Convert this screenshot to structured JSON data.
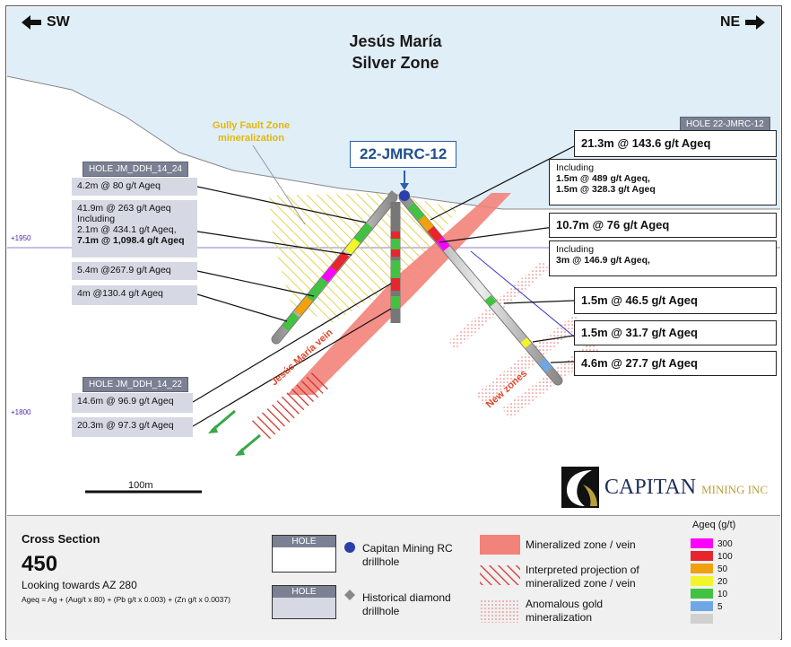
{
  "header": {
    "left_dir": "SW",
    "right_dir": "NE",
    "title_line1": "Jesús María",
    "title_line2": "Silver Zone"
  },
  "elevations": {
    "upper": "+1950",
    "lower": "+1800"
  },
  "labels": {
    "gully": "Gully Fault Zone mineralization",
    "drillhole_callout": "22-JMRC-12",
    "vein": "Jesús María vein",
    "new_zones": "New zones",
    "scale": "100m"
  },
  "hole_left_top": {
    "header": "HOLE JM_DDH_14_24",
    "boxes": [
      {
        "lines": [
          "4.2m @ 80 g/t Ageq"
        ]
      },
      {
        "lines": [
          "41.9m @ 263 g/t Ageq",
          "Including",
          "2.1m @ 434.1 g/t Ageq,"
        ],
        "bold_line": "7.1m @ 1,098.4 g/t Ageq"
      },
      {
        "lines": [
          "5.4m @267.9 g/t Ageq"
        ]
      },
      {
        "lines": [
          "4m @130.4 g/t Ageq"
        ]
      }
    ]
  },
  "hole_left_bottom": {
    "header": "HOLE JM_DDH_14_22",
    "boxes": [
      {
        "lines": [
          "14.6m @ 96.9 g/t Ageq"
        ]
      },
      {
        "lines": [
          "20.3m @ 97.3 g/t Ageq"
        ]
      }
    ]
  },
  "hole_right": {
    "header": "HOLE 22-JMRC-12",
    "intercepts": [
      "21.3m @ 143.6 g/t Ageq",
      "10.7m @ 76 g/t Ageq",
      "1.5m @ 46.5 g/t Ageq",
      "1.5m @ 31.7 g/t Ageq",
      "4.6m @ 27.7 g/t Ageq"
    ],
    "including1": {
      "label": "Including",
      "line1": "1.5m @ 489 g/t Ageq,",
      "line2": "1.5m @ 328.3 g/t Ageq"
    },
    "including2": {
      "label": "Including",
      "line1": "3m @ 146.9 g/t Ageq,"
    }
  },
  "logo": {
    "name": "CAPITAN",
    "suffix": "MINING INC"
  },
  "legend": {
    "section_label": "Cross Section",
    "section_number": "450",
    "looking": "Looking towards AZ 280",
    "formula": "Ageq = Ag + (Aug/t x 80) + (Pb g/t x 0.003) + (Zn g/t x 0.0037)",
    "hole_tag": "HOLE",
    "rc_label": "Capitan Mining RC drillhole",
    "hist_label": "Historical diamond drillhole",
    "zone_label": "Mineralized zone / vein",
    "projection_label": "Interpreted projection of mineralized zone / vein",
    "gold_label": "Anomalous gold mineralization",
    "ageq_title": "Ageq (g/t)",
    "ageq_scale": [
      {
        "value": "300",
        "color": "#ff00ff"
      },
      {
        "value": "100",
        "color": "#e8252d"
      },
      {
        "value": "50",
        "color": "#f0a10d"
      },
      {
        "value": "20",
        "color": "#f4f42a"
      },
      {
        "value": "10",
        "color": "#41c241"
      },
      {
        "value": "5",
        "color": "#6fa7e6"
      },
      {
        "value": "",
        "color": "#d0d0d0"
      }
    ]
  },
  "colors": {
    "sky": "#e0eef7",
    "zone": "#f2837a",
    "hatch": "#d1302a",
    "gully_hatch": "#e8d957",
    "hole_header": "#7b8193",
    "callout_border": "#2a5fa8"
  }
}
